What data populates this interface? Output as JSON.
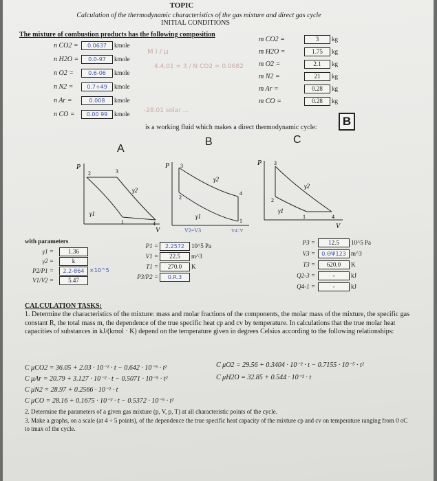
{
  "header": {
    "topic": "TOPIC",
    "subtitle": "Calculation of the thermodynamic characteristics of the gas mixture and direct gas cycle",
    "initial": "INITIAL CONDITIONS"
  },
  "mixture": {
    "heading": "The mixture of combustion products has the following composition",
    "moles": [
      {
        "label": "n CO2 =",
        "value": "0.0637",
        "unit": "kmole"
      },
      {
        "label": "n H2O =",
        "value": "0.0-97",
        "unit": "kmole"
      },
      {
        "label": "n O2 =",
        "value": "0.6-06",
        "unit": "kmole"
      },
      {
        "label": "n N2 =",
        "value": "0.7+49",
        "unit": "kmole"
      },
      {
        "label": "n Ar =",
        "value": "0.008",
        "unit": "kmole"
      },
      {
        "label": "n CO =",
        "value": "0.00 99",
        "unit": "kmole"
      }
    ],
    "handwritten": {
      "mi_mu": "M i / μ",
      "frac": "4.4,01 = 3 / N CO2 = 0.0682",
      "solar": "-28.01 solar ..."
    },
    "masses": [
      {
        "label": "m CO2 =",
        "value": "3",
        "unit": "kg"
      },
      {
        "label": "m H2O =",
        "value": "1.75",
        "unit": "kg"
      },
      {
        "label": "m O2 =",
        "value": "2.1",
        "unit": "kg"
      },
      {
        "label": "m N2 =",
        "value": "21",
        "unit": "kg"
      },
      {
        "label": "m Ar =",
        "value": "0.28",
        "unit": "kg"
      },
      {
        "label": "m CO =",
        "value": "0.28",
        "unit": "kg"
      }
    ],
    "variant": "B"
  },
  "cycle": {
    "sentence": "is a working fluid which makes a direct thermodynamic cycle:",
    "letters": [
      "A",
      "B",
      "C"
    ],
    "axis_p": "P",
    "axis_v": "V",
    "gamma1": "γ1",
    "gamma2": "γ2",
    "hand_b": "V2=V3",
    "hand_b2": "V4=V"
  },
  "params": {
    "heading": "with parameters",
    "A": [
      {
        "label": "γ1 =",
        "value": "1.36"
      },
      {
        "label": "γ2 =",
        "value": "k"
      },
      {
        "label": "P2/P1 =",
        "value": "2.2-864",
        "note": "×10^5"
      },
      {
        "label": "V1/V2 =",
        "value": "5.47"
      }
    ],
    "B": [
      {
        "label": "P1 =",
        "value": "2.2572",
        "unit": "10^5 Pa"
      },
      {
        "label": "V1 =",
        "value": "22.5",
        "unit": "m^3"
      },
      {
        "label": "T1 =",
        "value": "270.0",
        "unit": "K"
      },
      {
        "label": "P3/P2 =",
        "value": "0.R.3",
        "unit": ""
      }
    ],
    "C": [
      {
        "label": "P3 =",
        "value": "12.5",
        "unit": "10^5 Pa"
      },
      {
        "label": "V3 =",
        "value": "0.ΘΨ123",
        "unit": "m^3"
      },
      {
        "label": "T3 =",
        "value": "620.0",
        "unit": "K"
      },
      {
        "label": "Q2-3 =",
        "value": "-",
        "unit": "kJ"
      },
      {
        "label": "Q4-1 =",
        "value": "-",
        "unit": "kJ"
      }
    ]
  },
  "tasks": {
    "heading": "CALCULATION TASKS:",
    "t1": "1. Determine the characteristics of the mixture: mass and molar fractions of the components, the molar mass of the mixture, the specific gas constant R, the total mass m, the dependence of the true specific heat cp and cv by temperature. In calculations that the true molar heat capacities of substances in kJ/(kmol · K) depend on the temperature given in degrees Celsius according to the following relationships:",
    "eq": [
      "C μCO2 = 36.05 + 2.03 · 10⁻² · t − 0.642 · 10⁻⁵ · t²",
      "C μO2 = 29.56 + 0.3404 · 10⁻² · t − 0.7155 · 10⁻⁵ · t²",
      "C μAr = 20.79 + 3.127 · 10⁻² · t − 0.5071 · 10⁻⁵ · t²",
      "C μH2O = 32.85 + 0.544 · 10⁻² · t",
      "C μN2 = 28.97 + 0.2566 · 10⁻² · t",
      "C μCO = 28.16 + 0.1675 · 10⁻² · t − 0.5372 · 10⁻⁵ · t²"
    ],
    "t2": "2. Determine the parameters of a given gas mixture (p, V, p, T) at all characteristic points of the cycle.",
    "t3": "3. Make a graphs, on a scale (at 4 ÷ 5 points), of the dependence the true specific heat capacity of the mixture cp and cv on temperature ranging from 0 oC to tmax of the cycle."
  }
}
